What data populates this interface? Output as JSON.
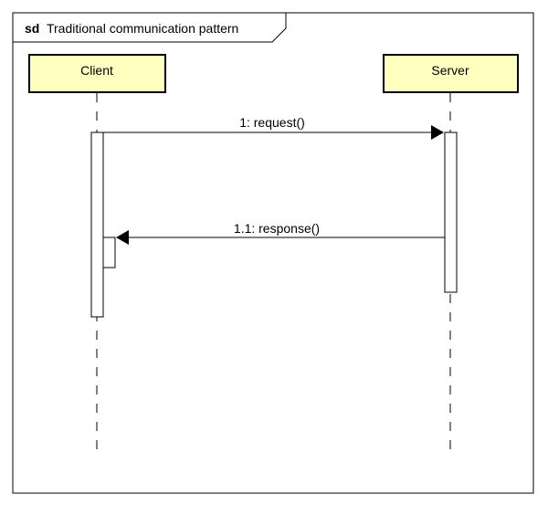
{
  "frame": {
    "keyword": "sd",
    "title": "Traditional communication pattern"
  },
  "lifelines": [
    {
      "name": "Client"
    },
    {
      "name": "Server"
    }
  ],
  "messages": [
    {
      "label": "1: request()",
      "from": "Client",
      "to": "Server",
      "kind": "synchronous"
    },
    {
      "label": "1.1: response()",
      "from": "Server",
      "to": "Client",
      "kind": "synchronous"
    }
  ],
  "colors": {
    "lifeline_head_fill": "#ffffc0",
    "line": "#000000",
    "background": "#ffffff"
  }
}
